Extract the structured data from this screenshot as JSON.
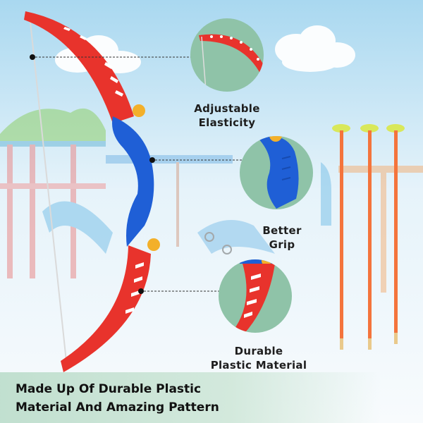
{
  "features": [
    {
      "line1": "Adjustable",
      "line2": "Elasticity"
    },
    {
      "line1": "Better",
      "line2": "Grip"
    },
    {
      "line1": "Durable",
      "line2": "Plastic Material"
    }
  ],
  "caption": {
    "line1": "Made Up Of  Durable Plastic",
    "line2": "Material And Amazing Pattern"
  },
  "colors": {
    "bow_red": "#e8332c",
    "grip_blue": "#1f5fd6",
    "circle_green": "#8fc3a8",
    "arrow_orange": "#f4743c",
    "suction_yellow": "#d9e85a"
  }
}
